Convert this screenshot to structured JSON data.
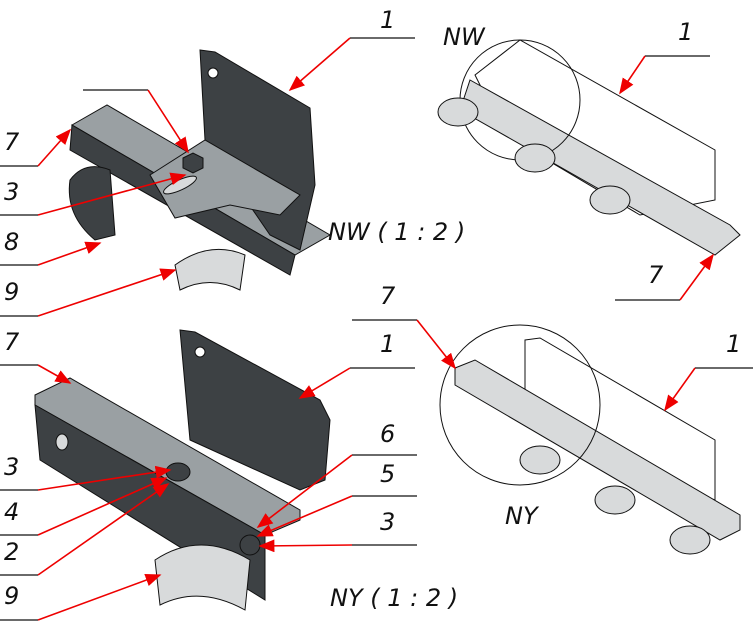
{
  "labels": {
    "nw_top_1": "1",
    "nw_left_7": "7",
    "nw_left_3": "3",
    "nw_left_8": "8",
    "nw_left_9": "9",
    "nw_caption": "NW ( 1 : 2 )",
    "tr_nw": "NW",
    "tr_1": "1",
    "tr_7": "7",
    "mr_7": "7",
    "mr_1": "1",
    "mr_ny": "NY",
    "ny_left_7": "7",
    "ny_top_1": "1",
    "ny_left_3": "3",
    "ny_left_4": "4",
    "ny_left_2": "2",
    "ny_left_9": "9",
    "ny_right_6": "6",
    "ny_right_5": "5",
    "ny_right_3": "3",
    "ny_caption": "NY ( 1 : 2 )"
  },
  "colors": {
    "leader_arrow": "#e00000",
    "part_dark": "#3d4144",
    "part_mid": "#9aa0a3"
  }
}
